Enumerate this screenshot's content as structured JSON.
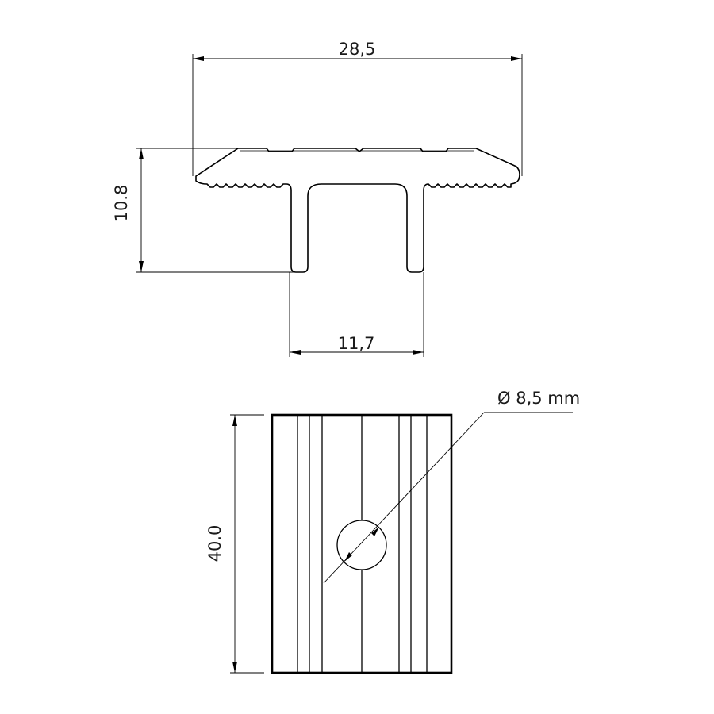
{
  "top_view": {
    "overall_width_label": "28,5",
    "height_label": "10.8",
    "inner_width_label": "11,7"
  },
  "bottom_view": {
    "length_label": "40.0",
    "hole_label": "Ø 8,5 mm"
  },
  "colors": {
    "line": "#000000",
    "text": "#1a1a1a",
    "background": "#ffffff"
  }
}
